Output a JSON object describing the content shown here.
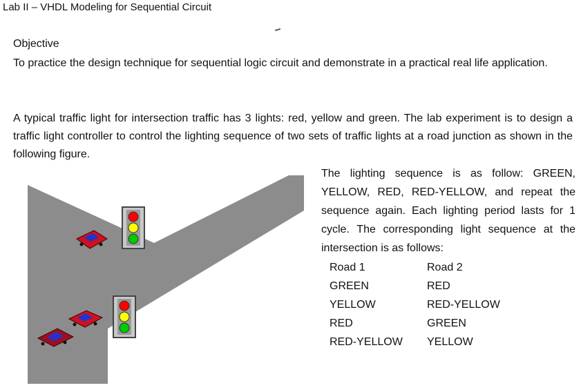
{
  "header": {
    "title": "Lab II – VHDL Modeling for Sequential Circuit"
  },
  "objective": {
    "heading": "Objective",
    "text": "To practice the design technique for sequential logic circuit and demonstrate in a practical real life application."
  },
  "intro": {
    "text": "A typical traffic light for intersection traffic has 3 lights: red, yellow and green. The lab experiment is to design a traffic light controller to control the lighting sequence of two sets of traffic lights at a road junction as shown in the following figure."
  },
  "description": {
    "text": "The lighting sequence is as follow: GREEN, YELLOW, RED, RED-YELLOW, and repeat the sequence again. Each lighting period lasts for 1 cycle. The corresponding light sequence at the intersection is as follows:"
  },
  "sequence_table": {
    "headers": [
      "Road 1",
      "Road 2"
    ],
    "rows": [
      [
        "GREEN",
        "RED"
      ],
      [
        "YELLOW",
        "RED-YELLOW"
      ],
      [
        "RED",
        "GREEN"
      ],
      [
        "RED-YELLOW",
        "YELLOW"
      ]
    ]
  },
  "figure": {
    "road_color": "#8c8c8c",
    "light_colors": [
      "#ff0000",
      "#ffff00",
      "#00cc00"
    ],
    "car_color": "#cc1122",
    "car_window_color": "#2233cc",
    "icons": [
      "traffic-light-icon",
      "car-icon"
    ]
  }
}
